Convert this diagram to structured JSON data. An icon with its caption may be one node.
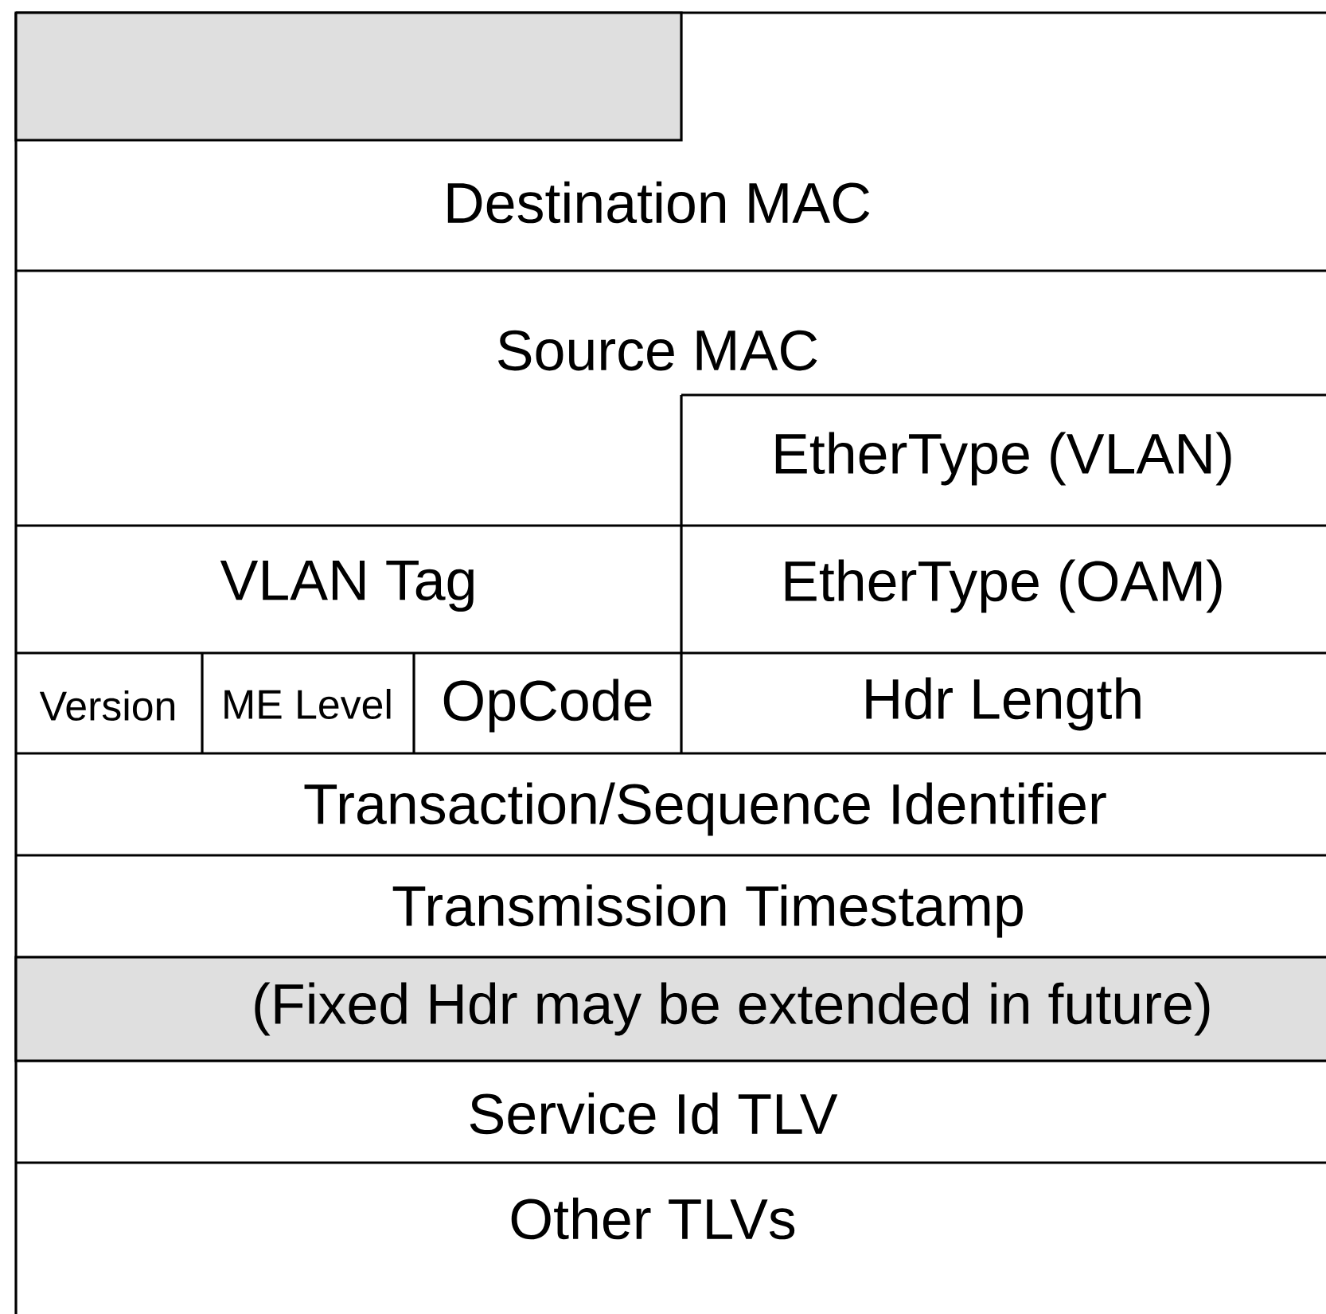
{
  "diagram": {
    "nodes": [
      {
        "text": [],
        "shape": "box"
      },
      {
        "text": [
          "Destination MAC"
        ]
      },
      {
        "text": [
          "Source MAC"
        ]
      },
      {
        "text": [
          "EtherType (VLAN)"
        ]
      },
      {
        "text": [
          "VLAN Tag"
        ]
      },
      {
        "text": [
          "EtherType (OAM)"
        ]
      },
      {
        "text": [
          "Version"
        ]
      },
      {
        "text": [
          "ME Level"
        ]
      },
      {
        "text": [
          "OpCode"
        ]
      },
      {
        "text": [
          "Hdr  Length"
        ]
      },
      {
        "text": [
          "Transaction/Sequence Identifier"
        ]
      },
      {
        "text": [
          "Transmission Timestamp"
        ]
      },
      {
        "text": [
          "(Fixed Hdr may be extended in future)"
        ]
      },
      {
        "text": [
          "Service Id TLV"
        ]
      },
      {
        "text": [
          "Other TLVs"
        ]
      }
    ]
  }
}
